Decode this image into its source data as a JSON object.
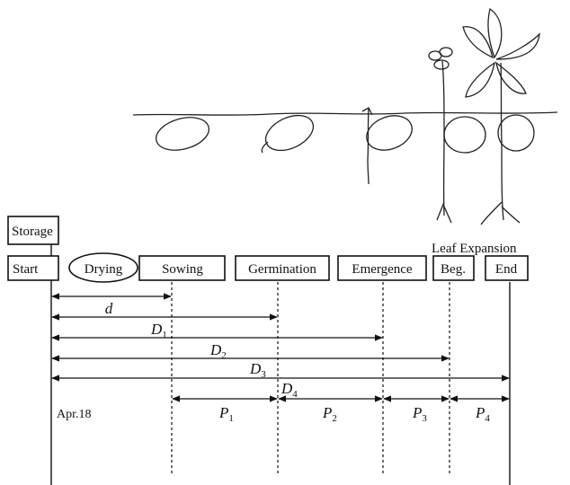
{
  "stages": {
    "storage": "Storage",
    "start": "Start",
    "drying": "Drying",
    "sowing": "Sowing",
    "germination": "Germination",
    "emergence": "Emergence",
    "beg": "Beg.",
    "end": "End",
    "leaf_expansion": "Leaf Expansion"
  },
  "intervals": {
    "d": "d",
    "D1": "D",
    "D1_sub": "1",
    "D2": "D",
    "D2_sub": "2",
    "D3": "D",
    "D3_sub": "3",
    "D4": "D",
    "D4_sub": "4",
    "P1": "P",
    "P1_sub": "1",
    "P2": "P",
    "P2_sub": "2",
    "P3": "P",
    "P3_sub": "3",
    "P4": "P",
    "P4_sub": "4"
  },
  "date": "Apr.18"
}
